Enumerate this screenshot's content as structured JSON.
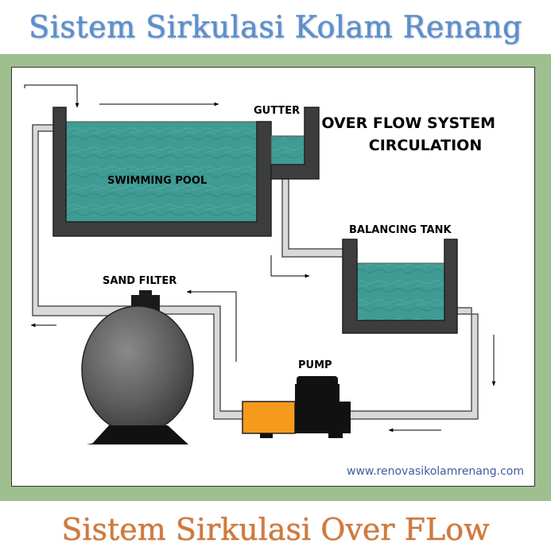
{
  "header": {
    "title": "Sistem Sirkulasi Kolam Renang"
  },
  "footer": {
    "title": "Sistem Sirkulasi Over FLow"
  },
  "diagram": {
    "title_line1": "OVER FLOW SYSTEM",
    "title_line2": "CIRCULATION",
    "labels": {
      "gutter": "GUTTER",
      "swimming_pool": "SWIMMING POOL",
      "balancing_tank": "BALANCING TANK",
      "sand_filter": "SAND FILTER",
      "pump": "PUMP"
    },
    "website": "www.renovasikolamrenang.com"
  },
  "colors": {
    "water": "#3f9b93",
    "tank_wall": "#3d3d3d",
    "pipe": "#d9d9d9",
    "pump_orange": "#f59a1c",
    "frame_green": "#9fbf8f",
    "title_blue": "#5b8fcf",
    "title_orange": "#d07a3c"
  }
}
